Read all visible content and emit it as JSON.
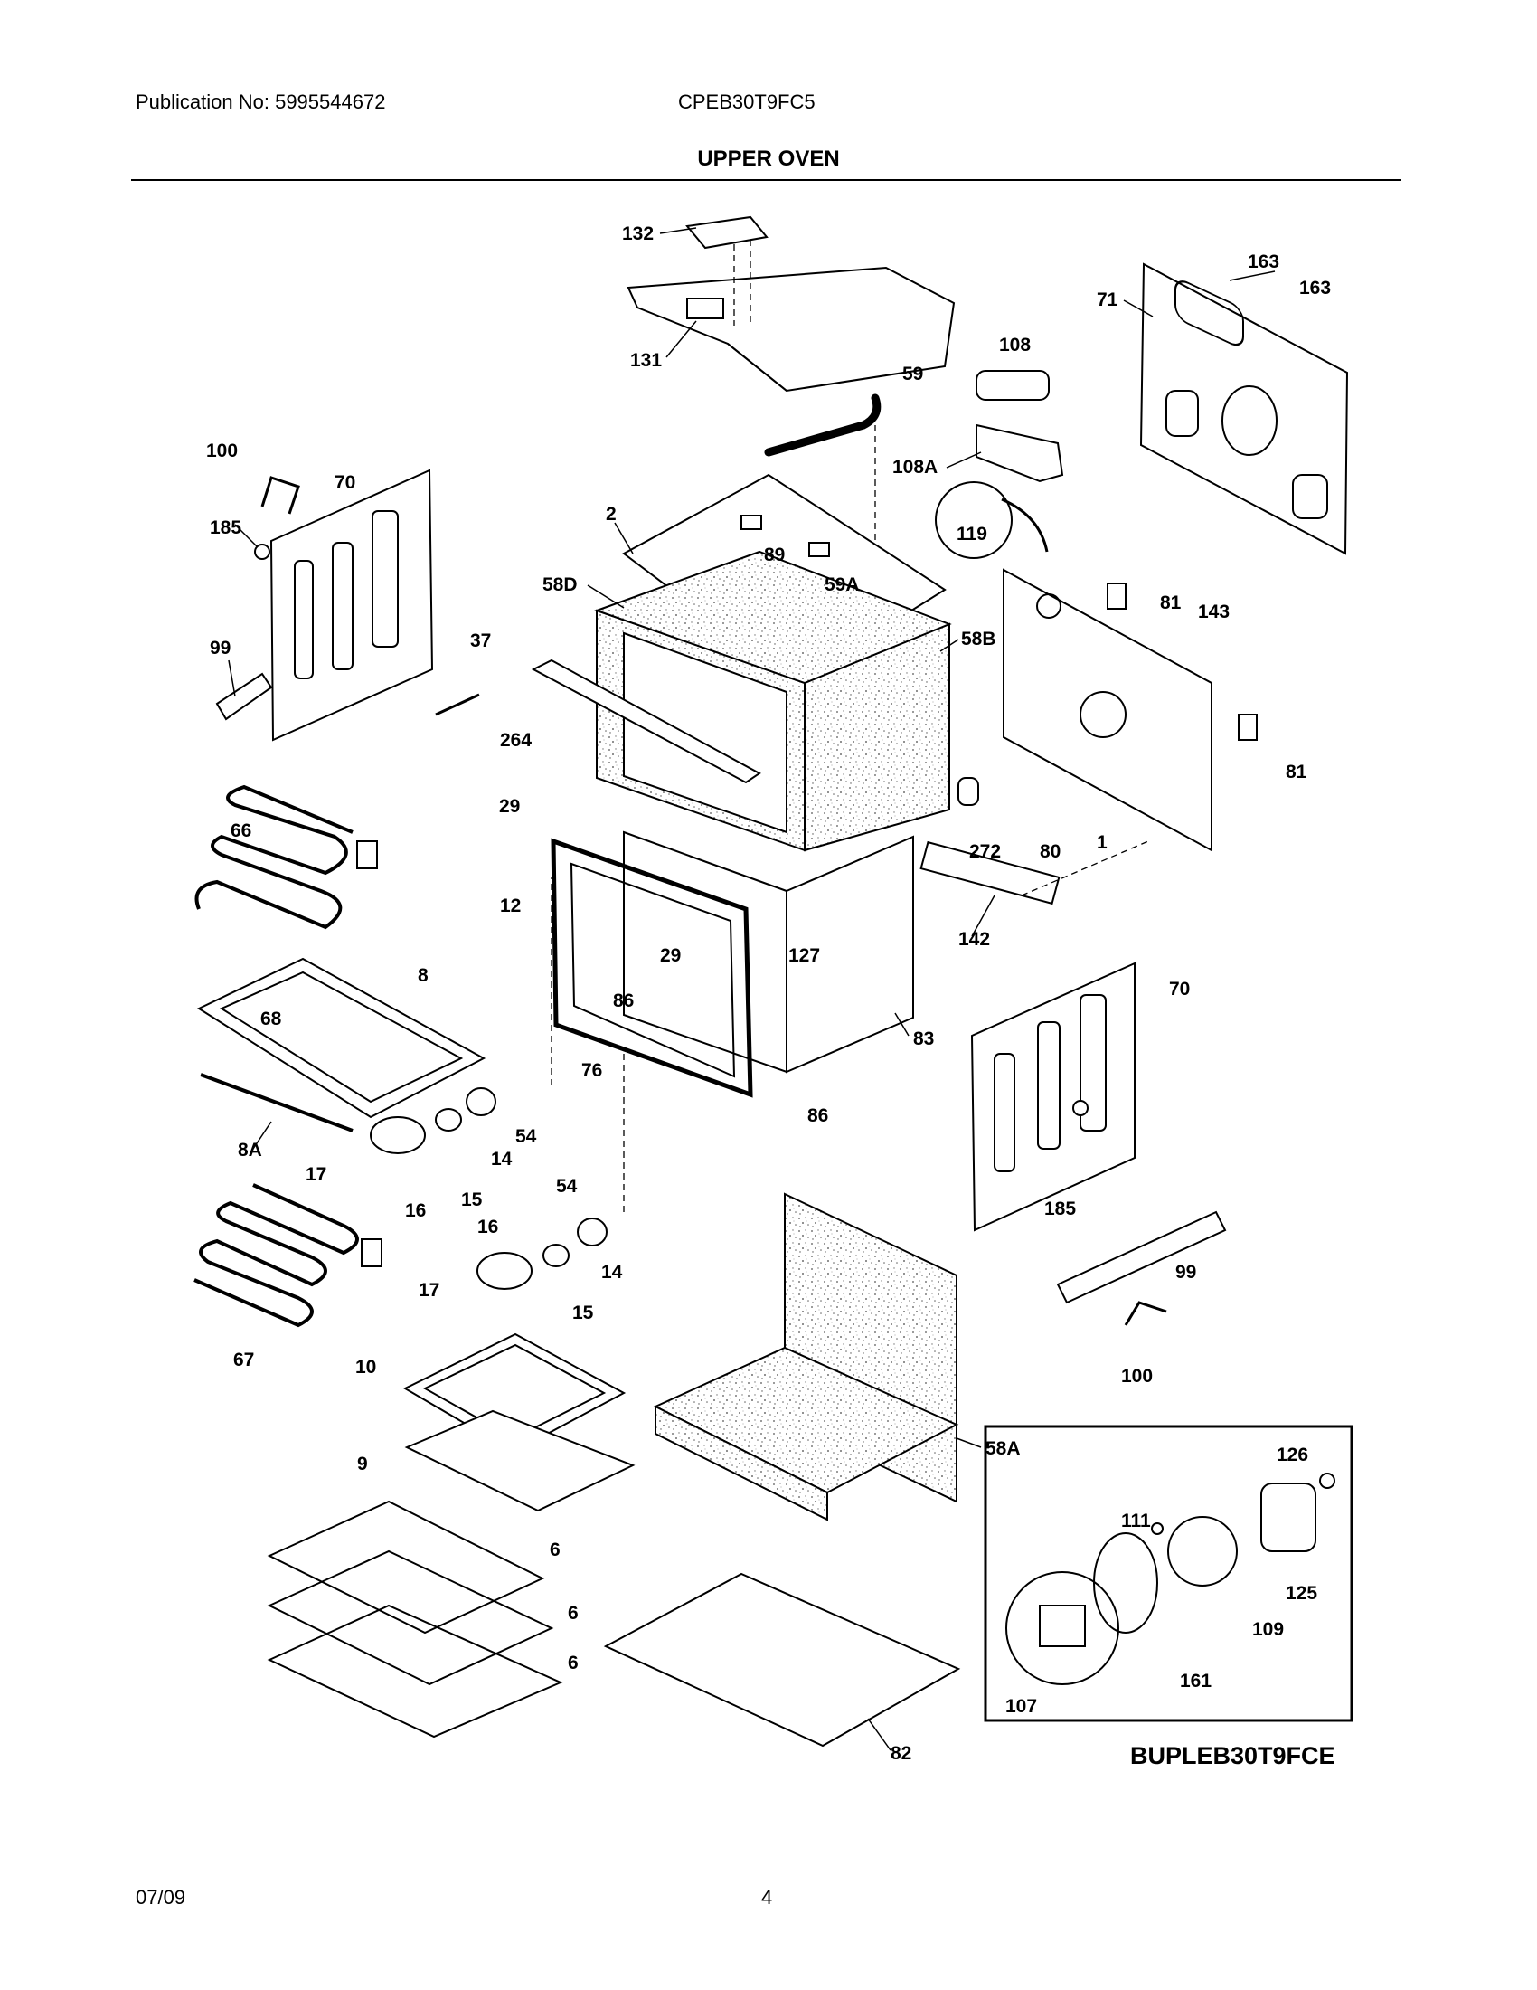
{
  "header": {
    "publication": "Publication No: 5995544672",
    "model": "CPEB30T9FC5",
    "section_title": "UPPER OVEN"
  },
  "inset": {
    "title": "BUPLEB30T9FCE"
  },
  "footer": {
    "date": "07/09",
    "page": "4"
  },
  "part_labels": [
    "132",
    "131",
    "59",
    "163",
    "163",
    "71",
    "108",
    "108A",
    "119",
    "100",
    "70",
    "185",
    "99",
    "2",
    "89",
    "58D",
    "59A",
    "58B",
    "81",
    "143",
    "81",
    "37",
    "264",
    "29",
    "12",
    "66",
    "272",
    "80",
    "1",
    "142",
    "127",
    "29",
    "86",
    "76",
    "83",
    "8",
    "68",
    "86",
    "70",
    "8A",
    "54",
    "14",
    "17",
    "16",
    "15",
    "185",
    "99",
    "54",
    "16",
    "14",
    "17",
    "15",
    "67",
    "100",
    "10",
    "58A",
    "9",
    "126",
    "111",
    "125",
    "109",
    "161",
    "107",
    "6",
    "6",
    "6",
    "82"
  ]
}
